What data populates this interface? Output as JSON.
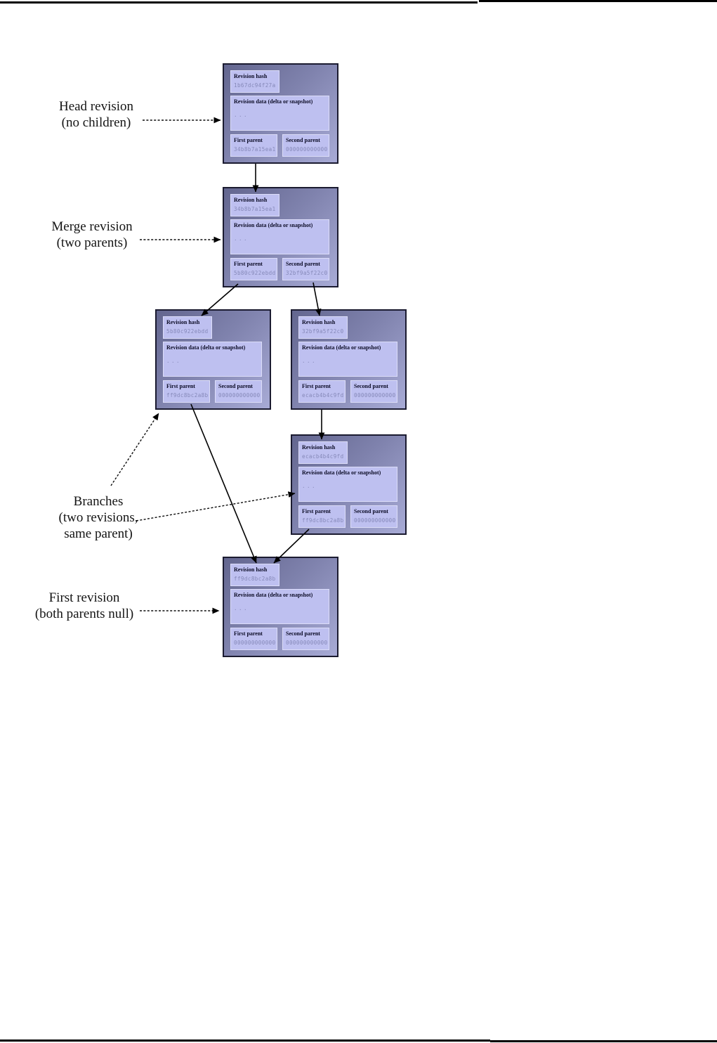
{
  "figure": {
    "field_labels": {
      "hash": "Revision hash",
      "data": "Revision data (delta or snapshot)",
      "data_value": "...",
      "first_parent": "First parent",
      "second_parent": "Second parent"
    },
    "nodes": [
      {
        "id": "head",
        "hash": "1b67dc94f27a",
        "first_parent": "34b8b7a15ea1",
        "second_parent": "000000000000"
      },
      {
        "id": "merge",
        "hash": "34b8b7a15ea1",
        "first_parent": "5b80c922ebdd",
        "second_parent": "32bf9a5f22c0"
      },
      {
        "id": "branch-left",
        "hash": "5b80c922ebdd",
        "first_parent": "ff9dc8bc2a8b",
        "second_parent": "000000000000"
      },
      {
        "id": "branch-right",
        "hash": "32bf9a5f22c0",
        "first_parent": "ecacb4b4c9fd",
        "second_parent": "000000000000"
      },
      {
        "id": "branch-child",
        "hash": "ecacb4b4c9fd",
        "first_parent": "ff9dc8bc2a8b",
        "second_parent": "000000000000"
      },
      {
        "id": "first",
        "hash": "ff9dc8bc2a8b",
        "first_parent": "000000000000",
        "second_parent": "000000000000"
      }
    ],
    "callouts": {
      "head": {
        "lines": [
          "Head revision",
          "(no children)"
        ]
      },
      "merge": {
        "lines": [
          "Merge revision",
          "(two parents)"
        ]
      },
      "branches": {
        "lines": [
          "Branches",
          "(two revisions,",
          "same parent)"
        ]
      },
      "first": {
        "lines": [
          "First revision",
          "(both parents null)"
        ]
      }
    },
    "colors": {
      "node_border": "#1b1b30",
      "node_gradient_start": "#63668f",
      "node_gradient_end": "#a8abd6",
      "cell_background": "#bec0f0",
      "cell_border": "#dcddf8",
      "cell_label_text": "#0c0c26",
      "cell_value_text": "#8588b8",
      "arrow": "#000000"
    }
  }
}
